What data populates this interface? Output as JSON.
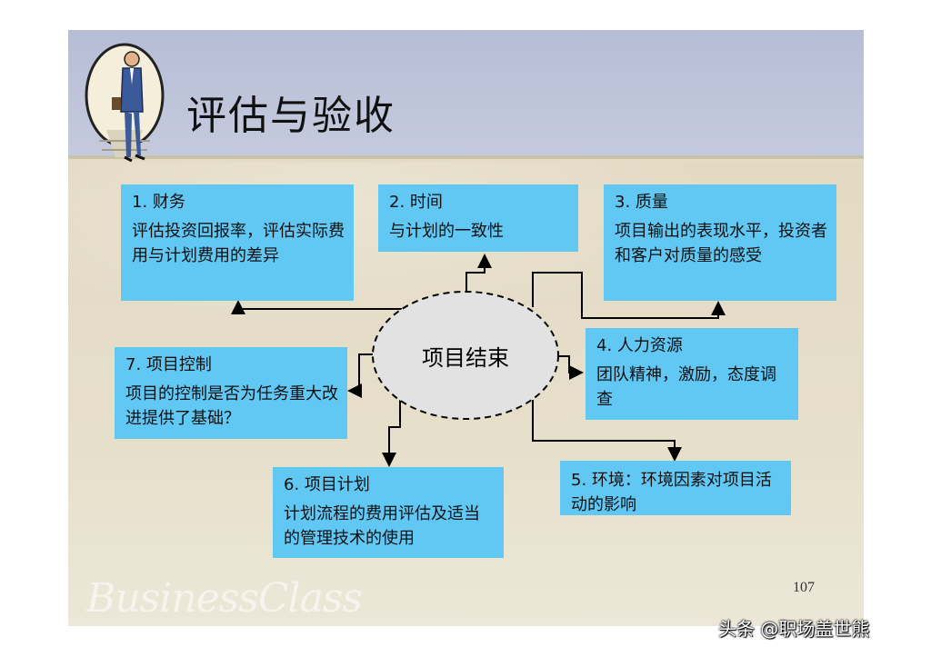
{
  "title": "评估与验收",
  "center": "项目结束",
  "boxes": {
    "finance": {
      "heading": "1. 财务",
      "text": "评估投资回报率，评估实际费用与计划费用的差异"
    },
    "time": {
      "heading": "2. 时间",
      "text": "与计划的一致性"
    },
    "quality": {
      "heading": "3. 质量",
      "text": "项目输出的表现水平，投资者和客户对质量的感受"
    },
    "hr": {
      "heading": "4. 人力资源",
      "text": "团队精神，激励，态度调查"
    },
    "env": {
      "heading": "",
      "text": "5. 环境：环境因素对项目活动的影响"
    },
    "plan": {
      "heading": "6. 项目计划",
      "text": "计划流程的费用评估及适当的管理技术的使用"
    },
    "control": {
      "heading": "7. 项目控制",
      "text": "项目的控制是否为任务重大改进提供了基础？"
    }
  },
  "watermark": "BusinessClass",
  "page_number": "107",
  "credit": "头条 @职场盖世熊"
}
